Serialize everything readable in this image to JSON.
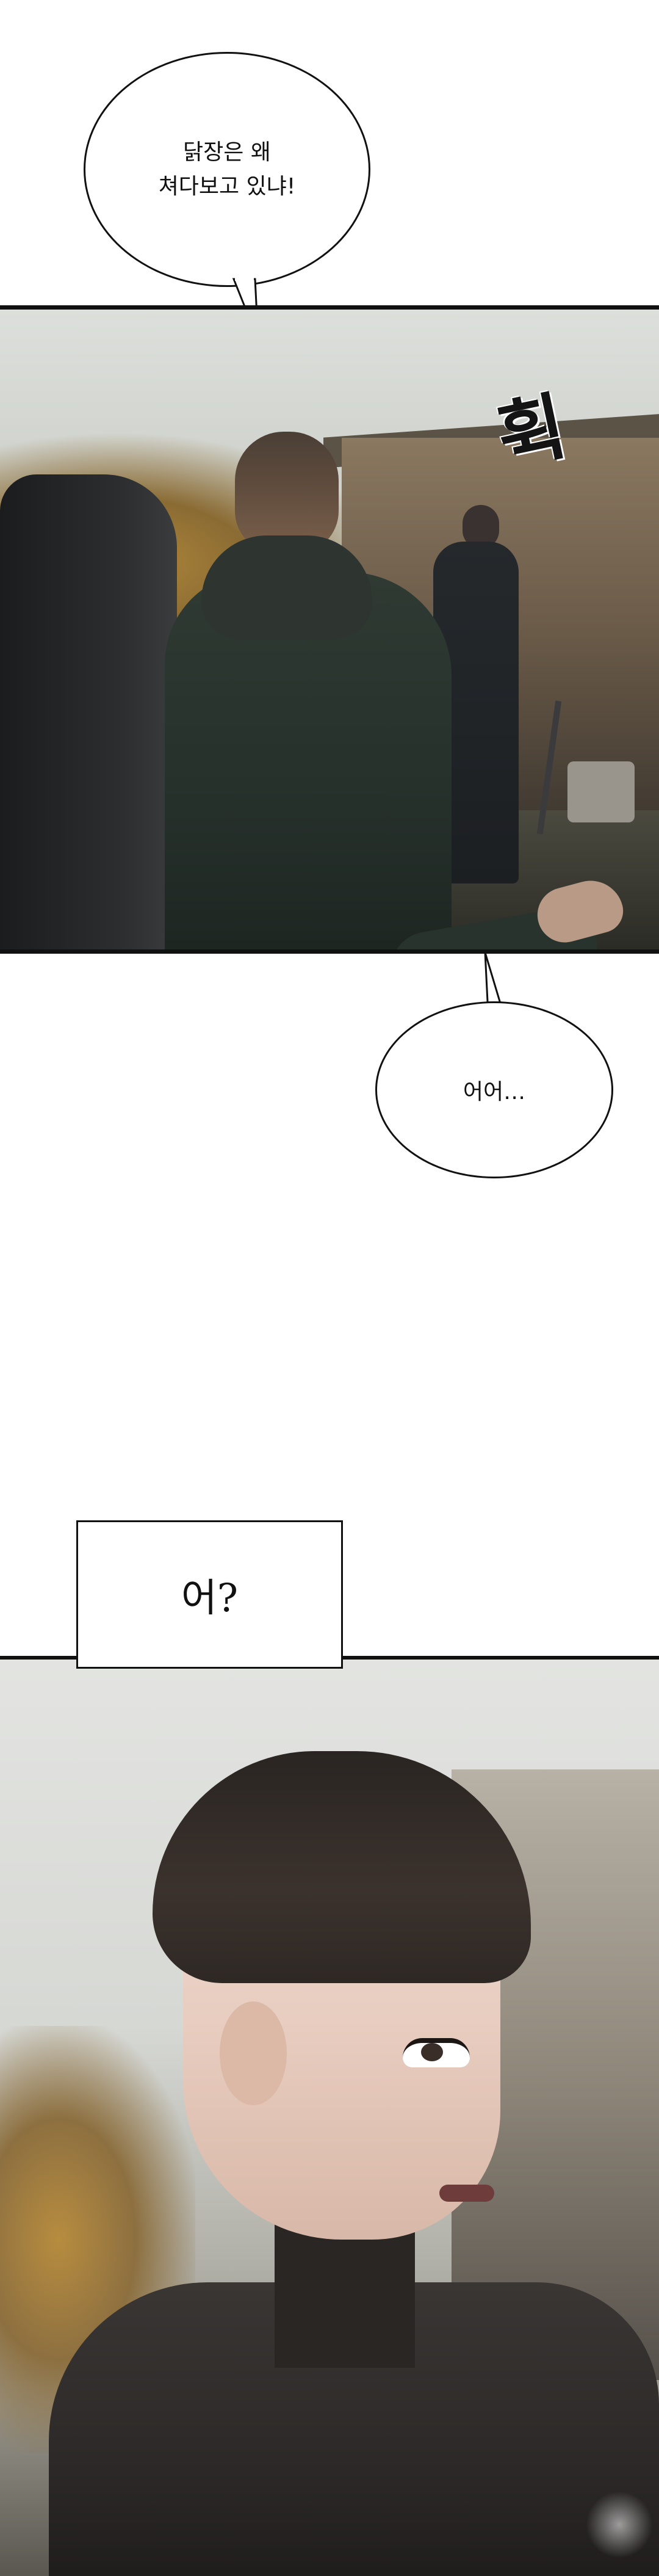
{
  "speech_bubbles": [
    {
      "lines": [
        "닭장은 왜",
        "쳐다보고 있냐!"
      ]
    },
    {
      "text": "어어…"
    }
  ],
  "sound_effect": "휙",
  "narration": "어?"
}
